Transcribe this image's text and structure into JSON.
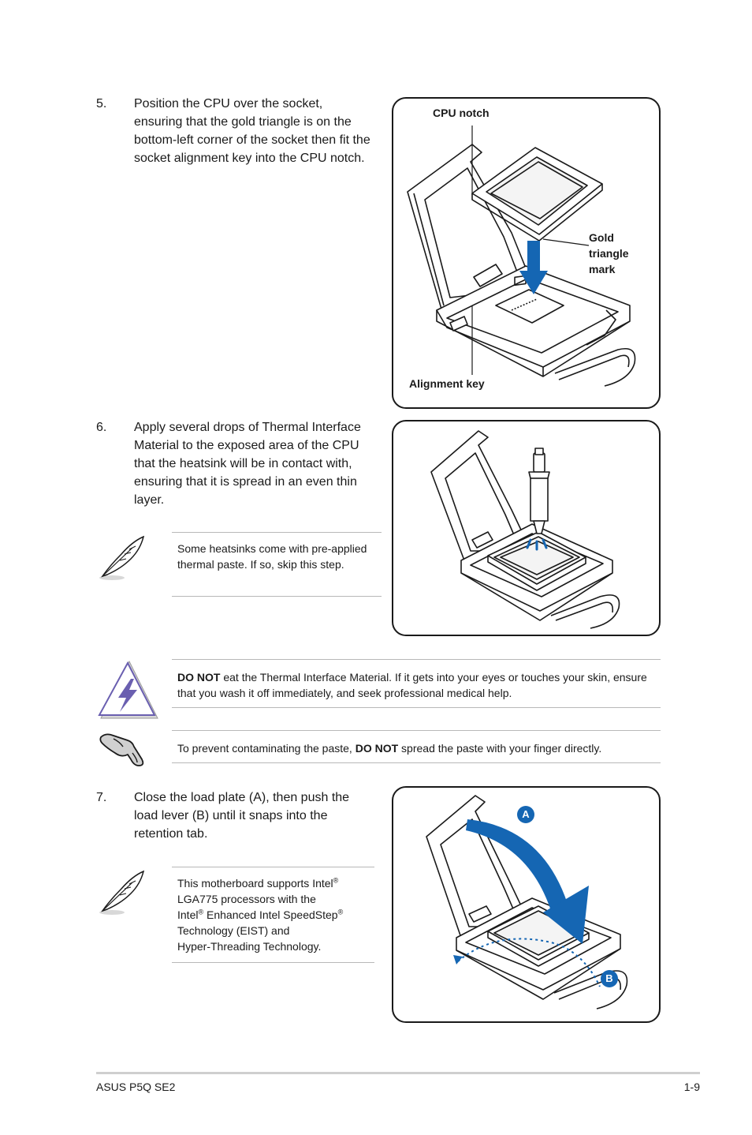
{
  "steps": [
    {
      "number": "5.",
      "text": "Position the CPU over the socket, ensuring that the gold triangle is on the bottom-left corner of the socket then fit the socket alignment key into the CPU notch."
    },
    {
      "number": "6.",
      "text": "Apply several drops of Thermal Interface Material to the exposed area of the CPU that the heatsink will be in contact with, ensuring that it is spread in an even thin layer."
    },
    {
      "number": "7.",
      "text": "Close the load plate (A), then push the load lever (B) until it snaps into the retention tab."
    }
  ],
  "figure1": {
    "cpu_notch_label": "CPU notch",
    "gold_triangle_label": "Gold triangle mark",
    "alignment_key_label": "Alignment key"
  },
  "figure3": {
    "label_a": "A",
    "label_b": "B"
  },
  "note1": {
    "text": "Some heatsinks come with pre-applied thermal paste. If so, skip this step."
  },
  "warning": {
    "bold": "DO NOT",
    "text": " eat the Thermal Interface Material. If it gets into your eyes or touches your skin, ensure that you wash it off immediately, and seek professional medical help."
  },
  "caution": {
    "text_before": "To prevent contaminating the paste, ",
    "bold": "DO NOT",
    "text_after": " spread the paste with your finger directly."
  },
  "note2": {
    "line1": "This motherboard supports Intel",
    "line2": "LGA775 processors with the",
    "line3a": "Intel",
    "line3b": " Enhanced Intel SpeedStep",
    "line4": "Technology (EIST) and",
    "line5": "Hyper-Threading Technology.",
    "reg": "®"
  },
  "footer": {
    "left": "ASUS P5Q SE2",
    "right": "1-9"
  },
  "colors": {
    "accent_blue": "#1566b3",
    "warning_purple": "#6a5fb0"
  },
  "icons": [
    "feather-pen-icon",
    "warning-lightning-icon",
    "hand-caution-icon"
  ]
}
